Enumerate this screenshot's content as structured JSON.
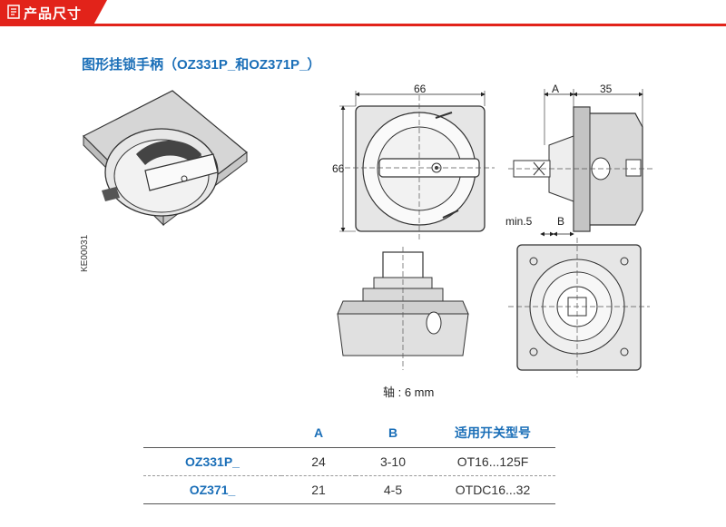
{
  "header": {
    "title": "产品尺寸",
    "icon": "document-icon",
    "color": "#e2231a"
  },
  "subtitle": "图形挂锁手柄（OZ331P_和OZ371P_）",
  "drawing": {
    "code": "KE00031",
    "dim_width": "66",
    "dim_height": "66",
    "dim_a": "A",
    "dim_depth": "35",
    "dim_min": "min.5",
    "dim_b": "B",
    "shaft_label": "轴 : 6 mm"
  },
  "table": {
    "headers": [
      "",
      "A",
      "B",
      "适用开关型号"
    ],
    "rows": [
      {
        "model": "OZ331P_",
        "a": "24",
        "b": "3-10",
        "switch": "OT16...125F"
      },
      {
        "model": "OZ371_",
        "a": "21",
        "b": "4-5",
        "switch": "OTDC16...32"
      }
    ]
  },
  "colors": {
    "accent": "#1b6fb8",
    "header": "#e2231a"
  }
}
